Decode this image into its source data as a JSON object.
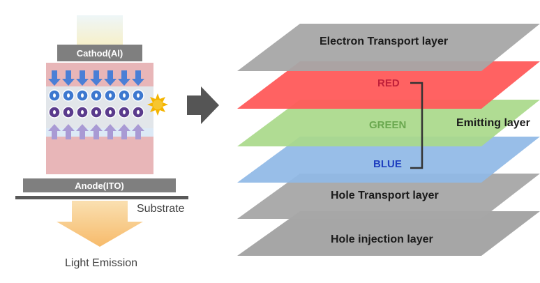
{
  "device": {
    "cathode_label": "Cathod(Al)",
    "anode_label": "Anode(ITO)",
    "substrate_label": "Substrate",
    "emission_label": "Light Emission"
  },
  "layers": {
    "electron_transport": "Electron Transport  layer",
    "red": "RED",
    "green": "GREEN",
    "blue": "BLUE",
    "emitting": "Emitting layer",
    "hole_transport": "Hole Transport layer",
    "hole_injection": "Hole injection layer"
  },
  "colors": {
    "layer_gray": "#a6a6a6",
    "red_layer": "#ff5a5a",
    "green_layer": "#a9d98a",
    "blue_layer": "#8fb8e6",
    "red_text": "#c0203a",
    "green_text": "#6aa84f",
    "blue_text": "#1f3fbf",
    "arrow_gray": "#555555"
  }
}
